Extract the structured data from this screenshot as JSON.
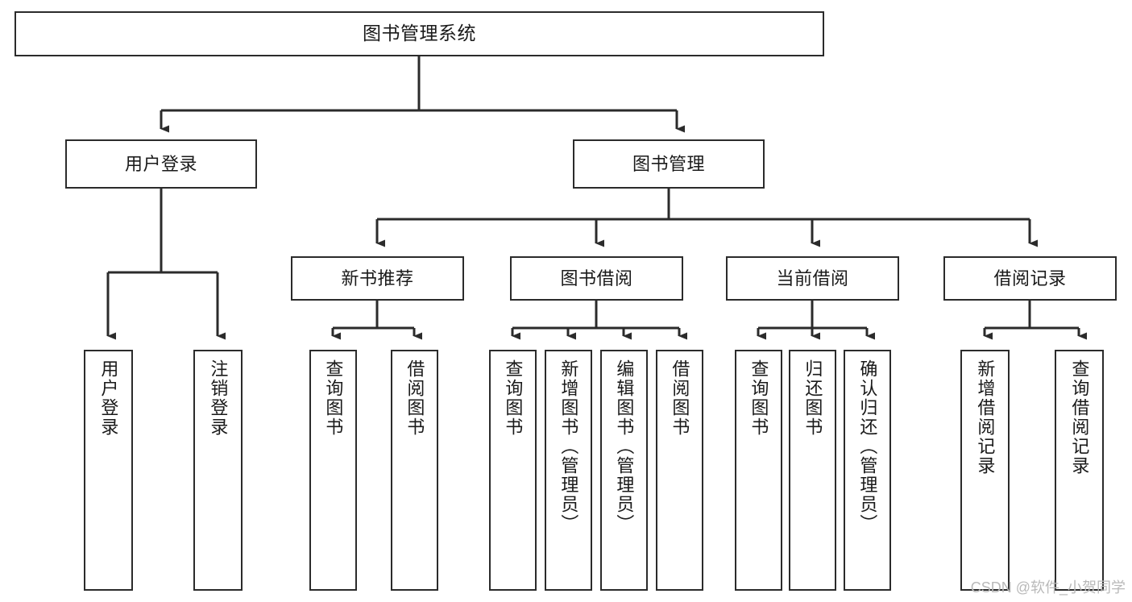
{
  "diagram": {
    "type": "tree",
    "title": "图书管理系统",
    "stroke_color": "#2b2b2b",
    "fill_color": "#ffffff",
    "text_color": "#1a1a1a"
  },
  "nodes": {
    "root": {
      "label": "图书管理系统"
    },
    "branch": {
      "user_login": "用户登录",
      "book_manage": "图书管理",
      "new_book_rec": "新书推荐",
      "book_borrow": "图书借阅",
      "current_borrow": "当前借阅",
      "borrow_record": "借阅记录"
    },
    "leaves": {
      "user_login_1": "用户登录",
      "user_login_2": "注销登录",
      "new_book_rec_1": "查询图书",
      "new_book_rec_2": "借阅图书",
      "book_borrow_1": "查询图书",
      "book_borrow_2": "新增图书（管理员）",
      "book_borrow_3": "编辑图书（管理员）",
      "book_borrow_4": "借阅图书",
      "current_borrow_1": "查询图书",
      "current_borrow_2": "归还图书",
      "current_borrow_3": "确认归还（管理员）",
      "borrow_record_1": "新增借阅记录",
      "borrow_record_2": "查询借阅记录"
    }
  },
  "watermark": {
    "text": "CSDN @软件_小贺同学"
  }
}
